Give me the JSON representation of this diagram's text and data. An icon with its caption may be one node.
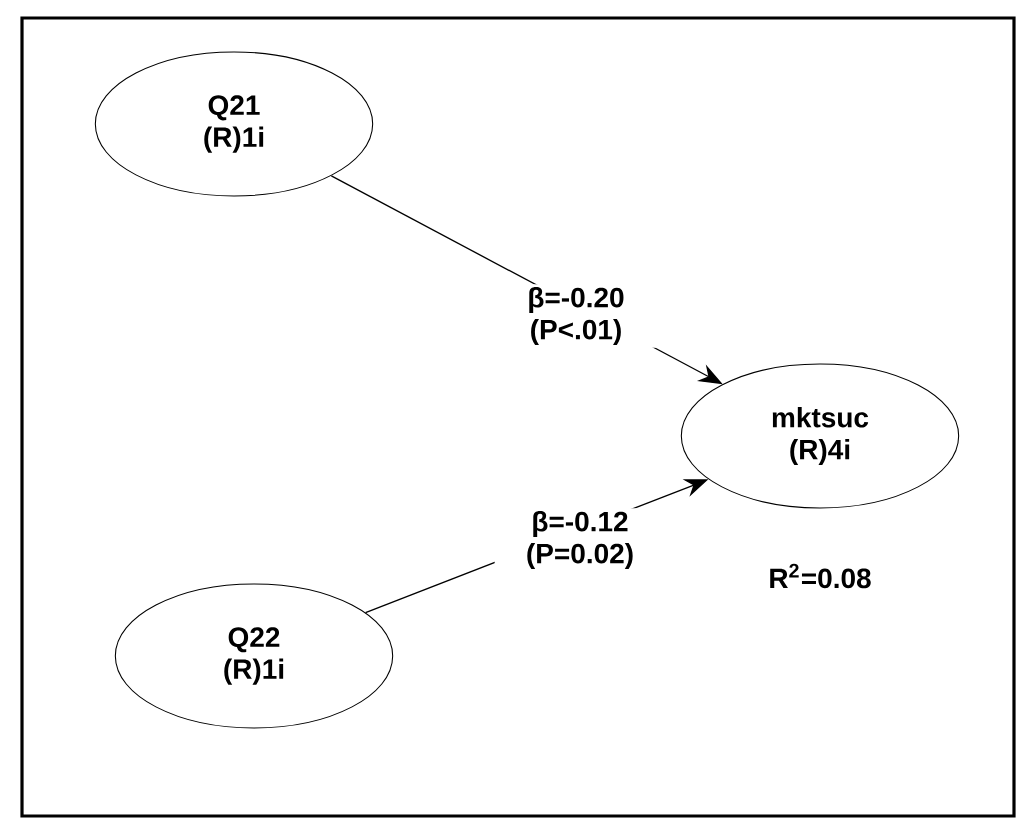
{
  "diagram": {
    "nodes": [
      {
        "text": [
          "Q21",
          "(R)1i"
        ]
      },
      {
        "text": [
          "mktsuc",
          "(R)4i"
        ],
        "beside": [
          "R$^{2}$=0.08"
        ]
      },
      {
        "text": [
          "Q22",
          "(R)1i"
        ]
      }
    ],
    "edges": [
      {
        "from": 0,
        "to": 1,
        "arrow": "to",
        "label": "β=-0.20 (P<.01)"
      },
      {
        "from": 2,
        "to": 1,
        "arrow": "to",
        "label": "β=-0.12 (P=0.02)"
      }
    ]
  }
}
